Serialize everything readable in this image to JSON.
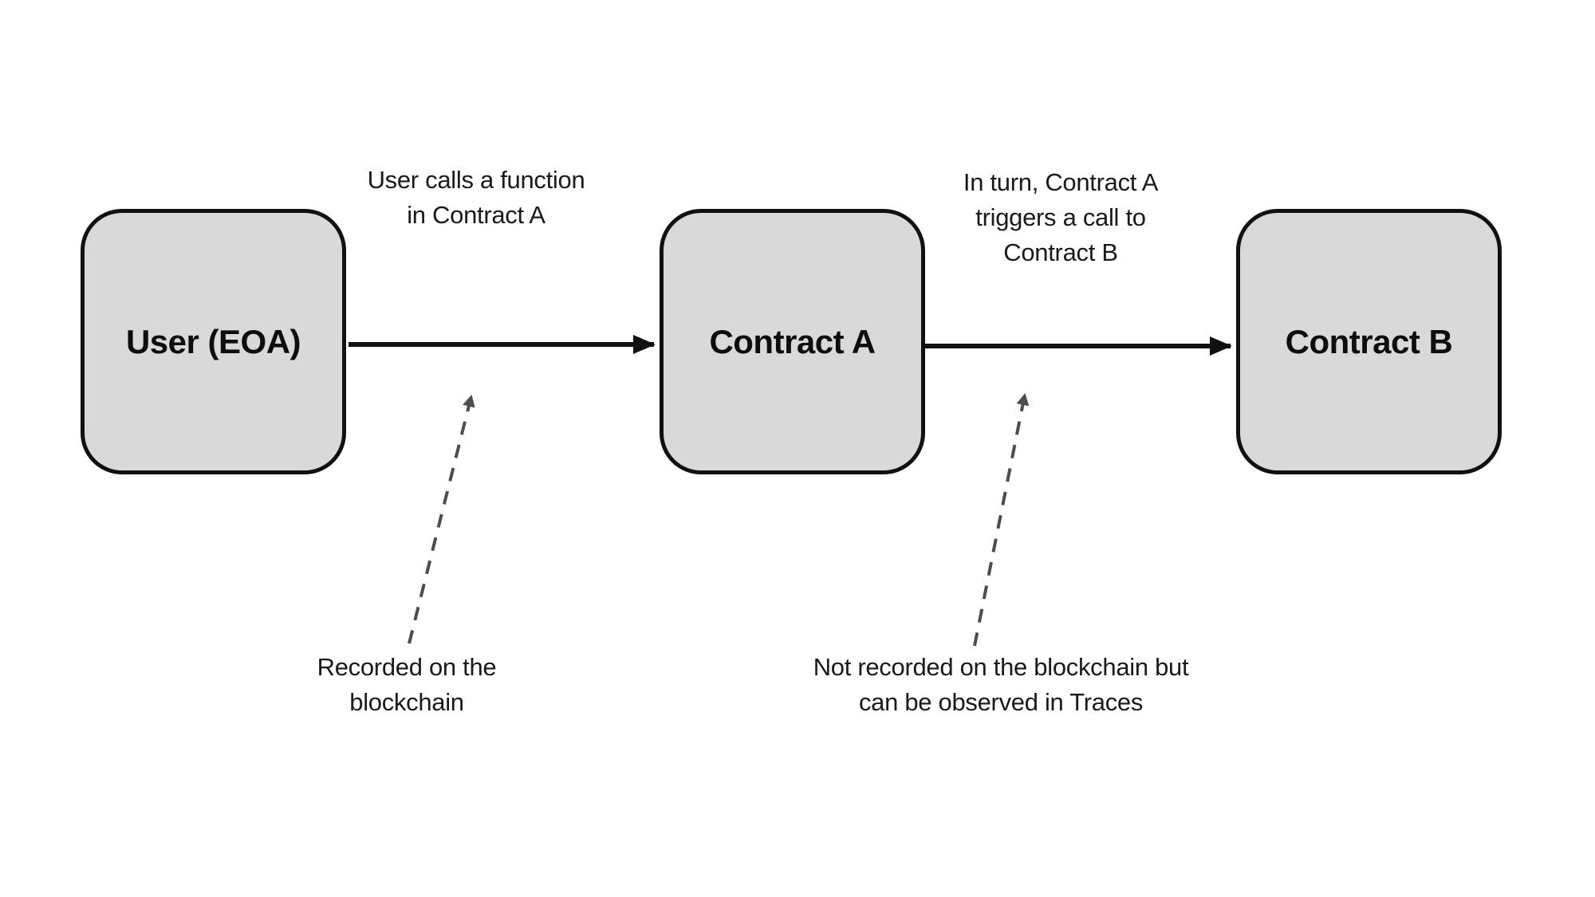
{
  "diagram": {
    "nodes": [
      {
        "id": "user-eoa",
        "label": "User (EOA)"
      },
      {
        "id": "contract-a",
        "label": "Contract A"
      },
      {
        "id": "contract-b",
        "label": "Contract B"
      }
    ],
    "edges": [
      {
        "from": "user-eoa",
        "to": "contract-a",
        "style": "solid-arrow",
        "label": "User calls a function\nin Contract A"
      },
      {
        "from": "contract-a",
        "to": "contract-b",
        "style": "solid-arrow",
        "label": "In turn, Contract A\ntriggers a call to\nContract B"
      }
    ],
    "annotations": [
      {
        "style": "dashed-arrow",
        "text": "Recorded on the\nblockchain"
      },
      {
        "style": "dashed-arrow",
        "text": "Not recorded on the blockchain but\ncan be observed in Traces"
      }
    ],
    "colors": {
      "background": "#ffffff",
      "node_fill": "#d9d9d9",
      "node_border": "#111111",
      "solid_arrow": "#111111",
      "dashed_arrow": "#4d4d4d",
      "text": "#1a1a1a"
    }
  }
}
